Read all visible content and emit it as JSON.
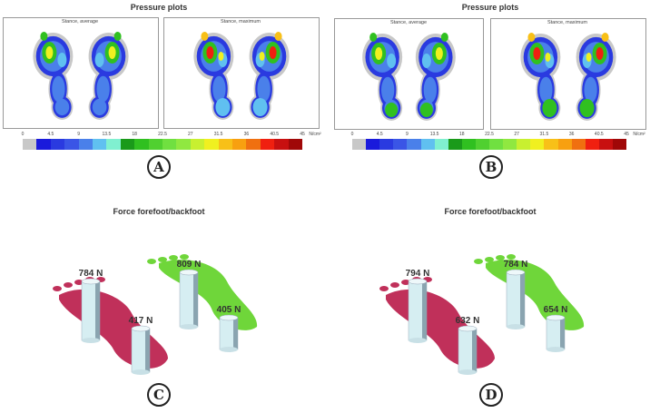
{
  "panels": [
    {
      "letter": "A",
      "title": "Pressure plots",
      "sub_left": "Stance, average",
      "sub_right": "Stance, maximum",
      "force_title": "Force forefoot/backfoot",
      "forces": [
        "784 N",
        "417 N",
        "809 N",
        "405 N"
      ],
      "foot_colors": [
        "#c0305a",
        "#6fd63a"
      ]
    },
    {
      "letter": "B",
      "title": "Pressure plots",
      "sub_left": "Stance, average",
      "sub_right": "Stance, maximum"
    },
    {
      "letter": "C"
    },
    {
      "letter": "D",
      "force_title": "Force forefoot/backfoot",
      "forces": [
        "794 N",
        "632 N",
        "784 N",
        "654 N"
      ]
    }
  ],
  "scale": {
    "ticks": [
      "0",
      "4.5",
      "9",
      "13.5",
      "18",
      "22.5",
      "27",
      "31.5",
      "36",
      "40.5",
      "45"
    ],
    "unit": "N/cm²",
    "colors": [
      "#c8c8c8",
      "#1a1adc",
      "#2a3ae0",
      "#3a55e6",
      "#4a80ea",
      "#60c0f0",
      "#80f0d0",
      "#1a9a1a",
      "#30c020",
      "#50d030",
      "#70e040",
      "#90e840",
      "#c8f030",
      "#f0f020",
      "#f8c018",
      "#f8a010",
      "#f07010",
      "#f02010",
      "#c81010",
      "#a00808"
    ]
  }
}
